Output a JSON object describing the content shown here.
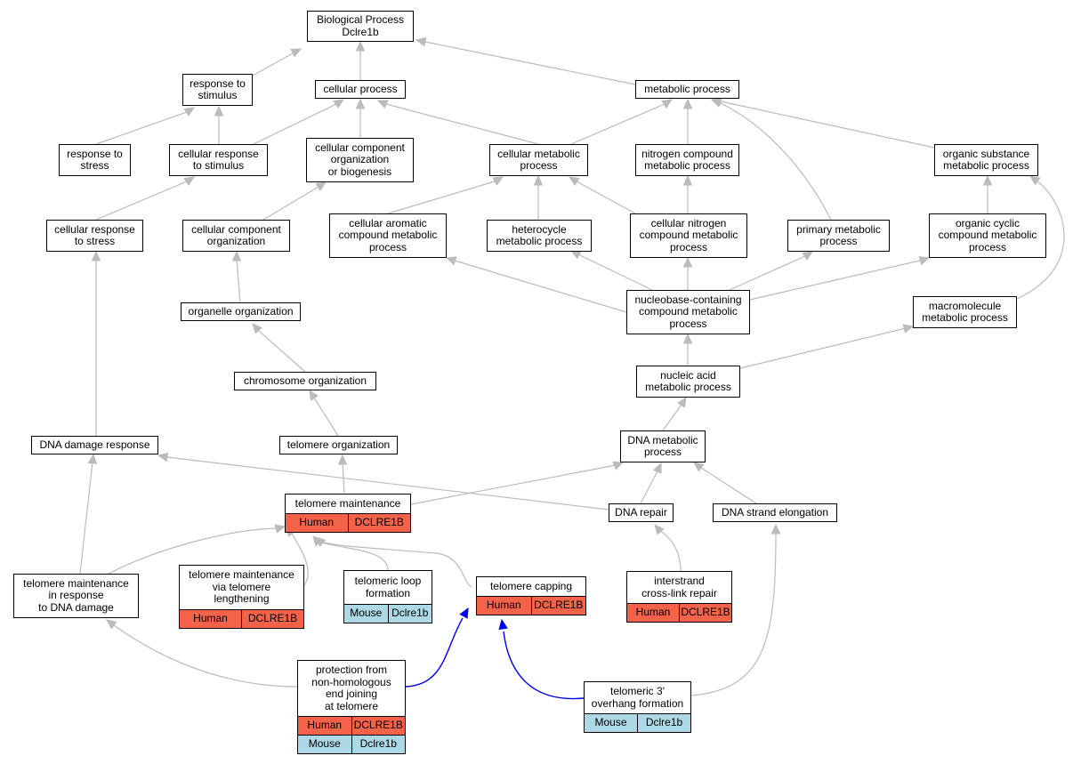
{
  "colors": {
    "edge": "#bbbbbb",
    "edge_highlight": "#0000ee",
    "human": "#f4624a",
    "mouse": "#add8e6"
  },
  "nodes": [
    {
      "id": "bp",
      "label": "Biological Process\nDclre1b"
    },
    {
      "id": "rts",
      "label": "response to\nstimulus"
    },
    {
      "id": "cp",
      "label": "cellular process"
    },
    {
      "id": "mp",
      "label": "metabolic process"
    },
    {
      "id": "rtstress",
      "label": "response to\nstress"
    },
    {
      "id": "crts",
      "label": "cellular response\nto stimulus"
    },
    {
      "id": "ccob",
      "label": "cellular component\norganization\nor biogenesis"
    },
    {
      "id": "cmp",
      "label": "cellular metabolic\nprocess"
    },
    {
      "id": "ncmp",
      "label": "nitrogen compound\nmetabolic process"
    },
    {
      "id": "osmp",
      "label": "organic substance\nmetabolic process"
    },
    {
      "id": "crstress",
      "label": "cellular response\nto stress"
    },
    {
      "id": "cco",
      "label": "cellular component\norganization"
    },
    {
      "id": "cacmp",
      "label": "cellular aromatic\ncompound metabolic\nprocess"
    },
    {
      "id": "hmp",
      "label": "heterocycle\nmetabolic process"
    },
    {
      "id": "cncmp",
      "label": "cellular nitrogen\ncompound metabolic\nprocess"
    },
    {
      "id": "pmp",
      "label": "primary metabolic\nprocess"
    },
    {
      "id": "occmp",
      "label": "organic cyclic\ncompound metabolic\nprocess"
    },
    {
      "id": "oo",
      "label": "organelle organization"
    },
    {
      "id": "nbccmp",
      "label": "nucleobase-containing\ncompound metabolic\nprocess"
    },
    {
      "id": "mmp",
      "label": "macromolecule\nmetabolic process"
    },
    {
      "id": "co",
      "label": "chromosome organization"
    },
    {
      "id": "namp",
      "label": "nucleic acid\nmetabolic process"
    },
    {
      "id": "ddr",
      "label": "DNA damage response"
    },
    {
      "id": "to",
      "label": "telomere organization"
    },
    {
      "id": "dmp",
      "label": "DNA metabolic\nprocess"
    },
    {
      "id": "tm",
      "label": "telomere maintenance",
      "rows": [
        [
          "Human",
          "DCLRE1B"
        ]
      ]
    },
    {
      "id": "dr",
      "label": "DNA repair"
    },
    {
      "id": "dse",
      "label": "DNA strand elongation"
    },
    {
      "id": "tmrdd",
      "label": "telomere maintenance\nin response\nto DNA damage"
    },
    {
      "id": "tmvtl",
      "label": "telomere maintenance\nvia telomere\nlengthening",
      "rows": [
        [
          "Human",
          "DCLRE1B"
        ]
      ]
    },
    {
      "id": "tlf",
      "label": "telomeric loop\nformation",
      "rows": [
        [
          "Mouse",
          "Dclre1b"
        ]
      ]
    },
    {
      "id": "tc",
      "label": "telomere capping",
      "rows": [
        [
          "Human",
          "DCLRE1B"
        ]
      ]
    },
    {
      "id": "icr",
      "label": "interstrand\ncross-link repair",
      "rows": [
        [
          "Human",
          "DCLRE1B"
        ]
      ]
    },
    {
      "id": "pnhej",
      "label": "protection from\nnon-homologous\nend joining\nat telomere",
      "rows": [
        [
          "Human",
          "DCLRE1B"
        ],
        [
          "Mouse",
          "Dclre1b"
        ]
      ]
    },
    {
      "id": "t3of",
      "label": "telomeric 3'\noverhang formation",
      "rows": [
        [
          "Mouse",
          "Dclre1b"
        ]
      ]
    }
  ]
}
